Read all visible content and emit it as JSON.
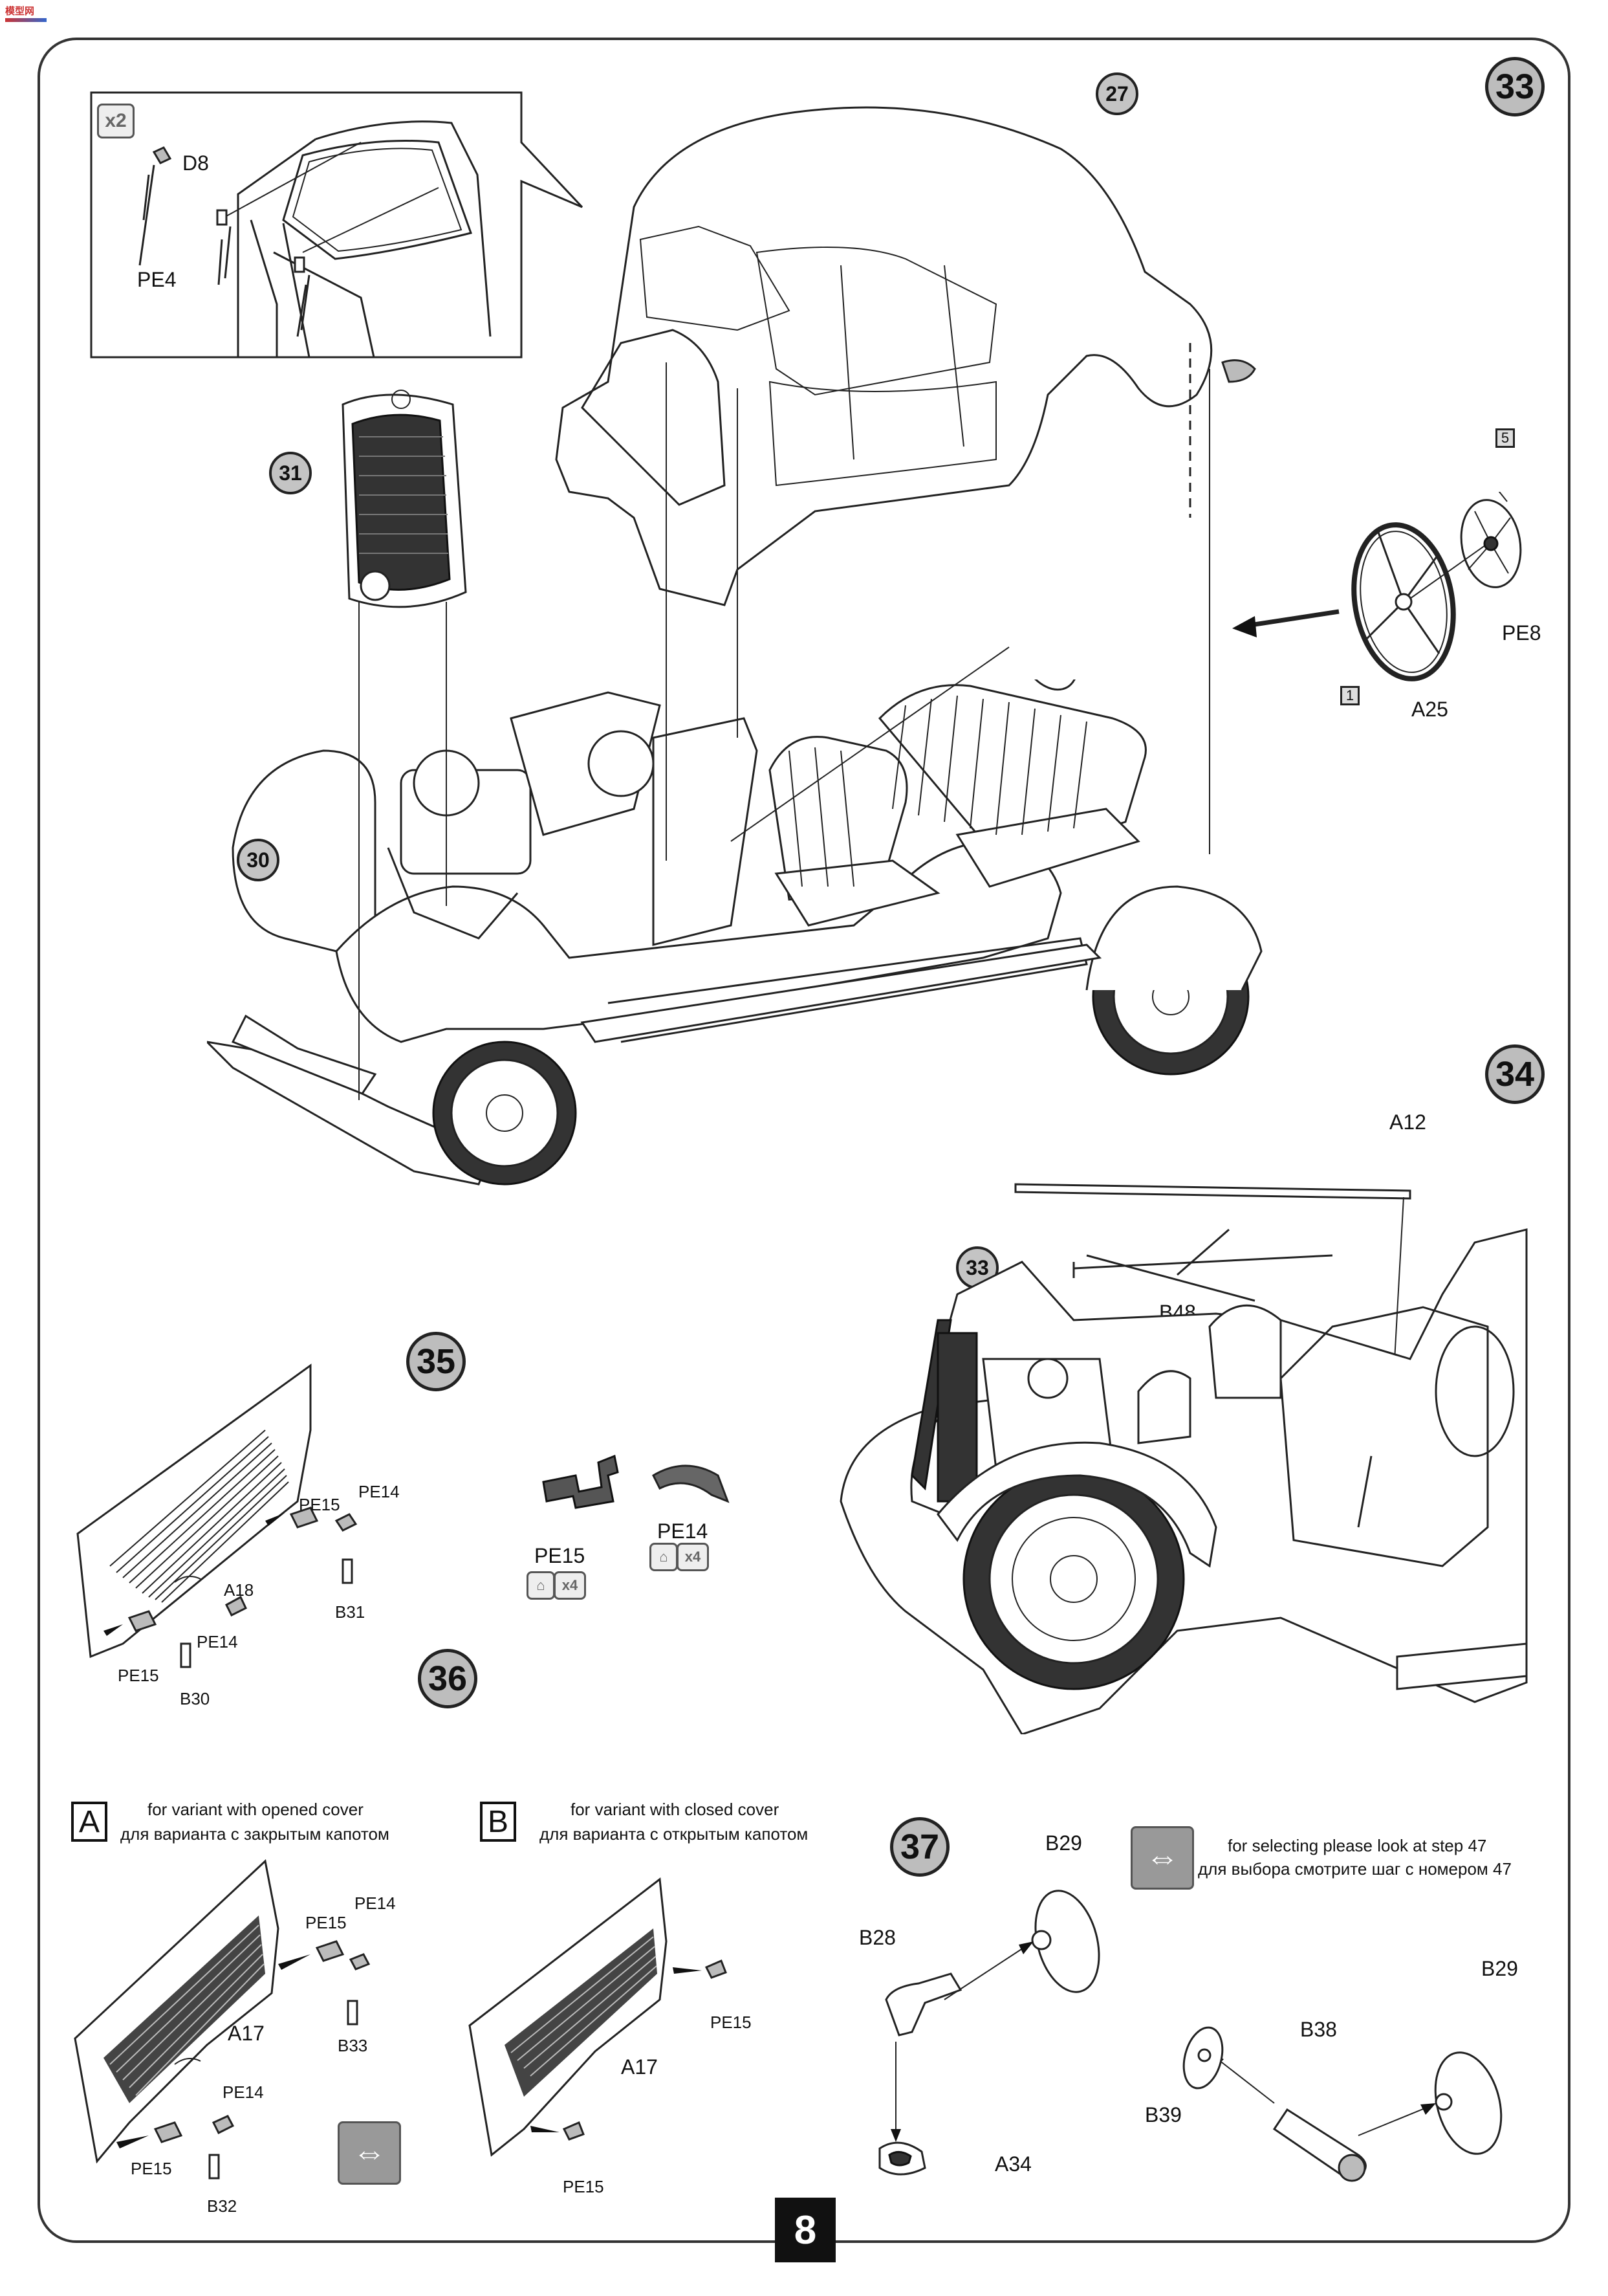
{
  "header": {
    "logo_text": "模型网"
  },
  "steps": {
    "s33": "33",
    "s34": "34",
    "s35": "35",
    "s36": "36",
    "s37": "37"
  },
  "callouts": {
    "c27": "27",
    "c31": "31",
    "c30": "30",
    "c33": "33"
  },
  "inset": {
    "multiplier": "x2",
    "d8": "D8",
    "pe4": "PE4"
  },
  "step33": {
    "pe8": "PE8",
    "a25": "A25",
    "sq5": "5",
    "sq1": "1"
  },
  "step34": {
    "a12": "A12",
    "b48": "B48"
  },
  "step35": {
    "pe15": "PE15",
    "pe14": "PE14",
    "a18": "A18",
    "b31": "B31",
    "b30": "B30",
    "pe15_b": "PE15",
    "pe14_b": "PE14",
    "pe15_big": "PE15",
    "pe14_big": "PE14",
    "mult4_a": "x4",
    "mult4_b": "x4"
  },
  "step36": {
    "variant_a_letter": "A",
    "variant_a_en": "for variant with opened cover",
    "variant_a_ru": "для варианта с закрытым капотом",
    "variant_b_letter": "B",
    "variant_b_en": "for variant with closed cover",
    "variant_b_ru": "для варианта с открытым капотом",
    "a_pe15": "PE15",
    "a_pe14": "PE14",
    "a_a17": "A17",
    "a_b33": "B33",
    "a_pe14_b": "PE14",
    "a_pe15_b": "PE15",
    "a_b32": "B32",
    "b_pe15": "PE15",
    "b_a17": "A17",
    "b_pe15_b": "PE15"
  },
  "step37": {
    "b29": "B29",
    "b28": "B28",
    "a34": "A34",
    "b29_b": "B29",
    "b38": "B38",
    "b39": "B39",
    "select_en": "for selecting please look at step 47",
    "select_ru": "для выбора смотрите шаг с номером 47"
  },
  "footer": {
    "page_number": "8"
  }
}
